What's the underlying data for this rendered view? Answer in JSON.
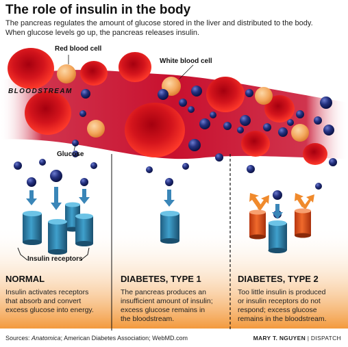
{
  "header": {
    "title": "The role of insulin in the body",
    "subtitle_lines": [
      "The pancreas regulates the amount of glucose stored in the liver and distributed to the body.",
      "When glucose levels go up, the pancreas releases insulin."
    ]
  },
  "labels": {
    "red_blood_cell": "Red blood cell",
    "white_blood_cell": "White blood cell",
    "bloodstream": "BLOODSTREAM",
    "glucose": "Glucose",
    "insulin_receptors": "Insulin receptors"
  },
  "columns": [
    {
      "heading": "NORMAL",
      "text_lines": [
        "Insulin activates receptors",
        "that absorb and convert",
        "excess glucose into energy."
      ]
    },
    {
      "heading": "DIABETES, TYPE 1",
      "text_lines": [
        "The pancreas produces an",
        "insufficient amount of insulin;",
        "excess glucose remains in",
        "the bloodstream."
      ]
    },
    {
      "heading": "DIABETES, TYPE 2",
      "text_lines": [
        "Too little insulin is produced",
        "or insulin receptors do not",
        "respond; excess glucose",
        "remains in the bloodstream."
      ]
    }
  ],
  "footer": {
    "sources_prefix": "Sources: ",
    "sources_italic": "Anatomica",
    "sources_rest": "; American Diabetes Association; WebMD.com",
    "credit": "MARY T. NGUYEN",
    "separator": " | ",
    "outlet": "DISPATCH"
  },
  "colors": {
    "blood": "#c8102e",
    "red_cell": "#d9141d",
    "white_cell": "#f0a55a",
    "glucose": "#1c2a6e",
    "receptor": "#2f7fa8",
    "insulin_receptor_type2": "#e0521f",
    "bottom_gradient": "#f4a04a"
  }
}
